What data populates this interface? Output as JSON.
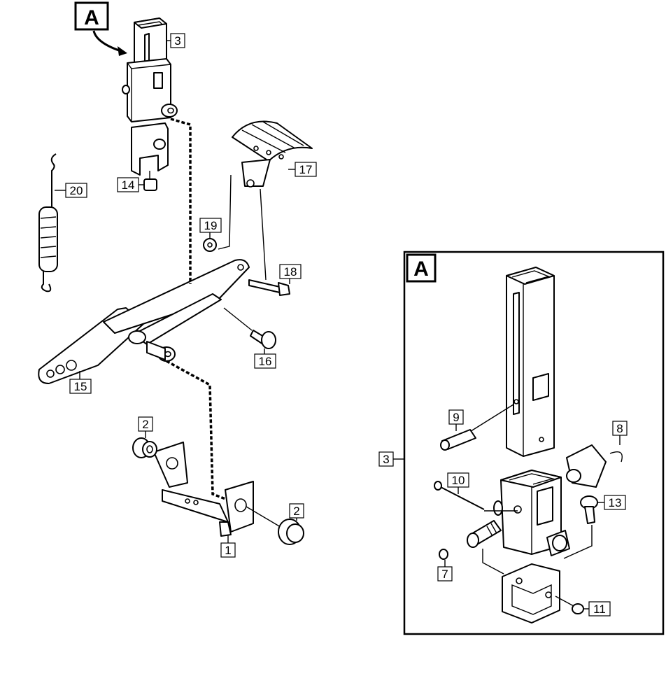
{
  "view_label": "A",
  "callouts": {
    "c1": "1",
    "c2a": "2",
    "c2b": "2",
    "c3": "3",
    "c3_detail": "3",
    "c7": "7",
    "c8": "8",
    "c9": "9",
    "c10": "10",
    "c11": "11",
    "c13": "13",
    "c14": "14",
    "c15": "15",
    "c16": "16",
    "c17": "17",
    "c18": "18",
    "c19": "19",
    "c20": "20"
  }
}
